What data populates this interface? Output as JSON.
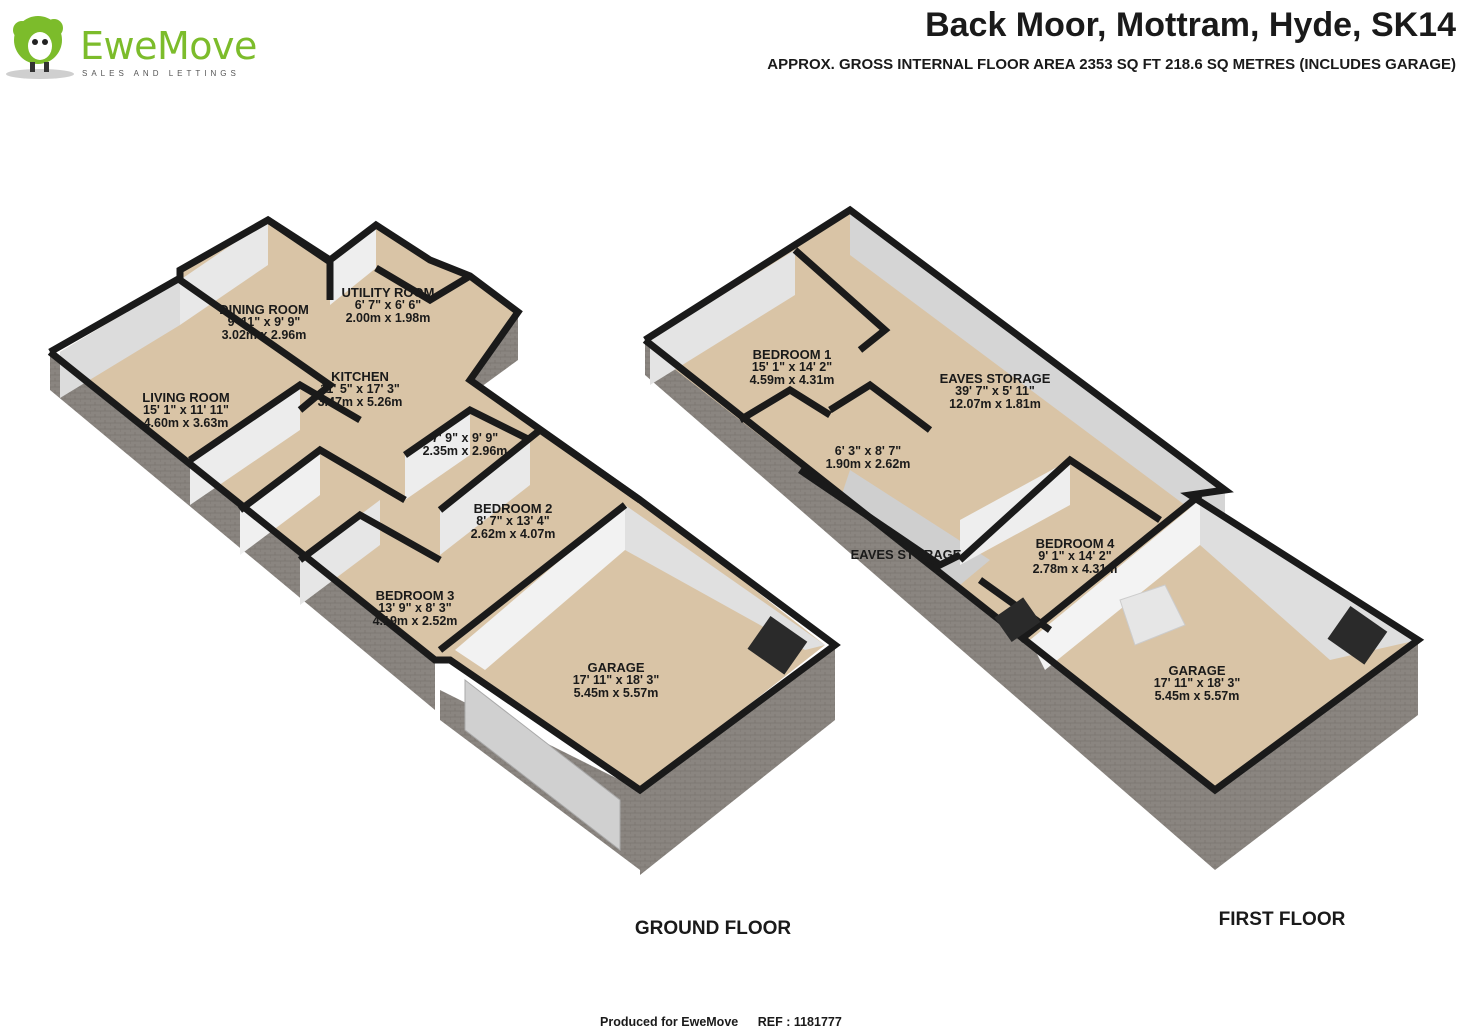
{
  "brand": {
    "name": "EweMove",
    "tagline": "SALES AND LETTINGS"
  },
  "header": {
    "title": "Back Moor, Mottram, Hyde, SK14",
    "subtitle": "APPROX. GROSS INTERNAL FLOOR AREA 2353 SQ FT 218.6 SQ METRES (INCLUDES GARAGE)"
  },
  "ground_floor": {
    "label": "GROUND FLOOR",
    "rooms": {
      "dining": {
        "name": "DINING ROOM",
        "imperial": "9' 11\" x 9' 9\"",
        "metric": "3.02m x 2.96m"
      },
      "utility": {
        "name": "UTILITY ROOM",
        "imperial": "6' 7\" x 6' 6\"",
        "metric": "2.00m x 1.98m"
      },
      "kitchen": {
        "name": "KITCHEN",
        "imperial": "11' 5\" x 17' 3\"",
        "metric": "3.47m x 5.26m"
      },
      "living": {
        "name": "LIVING ROOM",
        "imperial": "15' 1\" x 11' 11\"",
        "metric": "4.60m x 3.63m"
      },
      "bathroom": {
        "name": "",
        "imperial": "7' 9\" x 9' 9\"",
        "metric": "2.35m x 2.96m"
      },
      "bedroom2": {
        "name": "BEDROOM 2",
        "imperial": "8' 7\" x 13' 4\"",
        "metric": "2.62m x 4.07m"
      },
      "bedroom3": {
        "name": "BEDROOM 3",
        "imperial": "13' 9\" x 8' 3\"",
        "metric": "4.19m x 2.52m"
      },
      "garage": {
        "name": "GARAGE",
        "imperial": "17' 11\" x 18' 3\"",
        "metric": "5.45m x 5.57m"
      }
    }
  },
  "first_floor": {
    "label": "FIRST FLOOR",
    "rooms": {
      "bedroom1": {
        "name": "BEDROOM 1",
        "imperial": "15' 1\" x 14' 2\"",
        "metric": "4.59m x 4.31m"
      },
      "eaves1": {
        "name": "EAVES STORAGE",
        "imperial": "39' 7\" x 5' 11\"",
        "metric": "12.07m x 1.81m"
      },
      "shower": {
        "name": "",
        "imperial": "6' 3\" x 8' 7\"",
        "metric": "1.90m x 2.62m"
      },
      "eaves2": {
        "name": "EAVES STORAGE"
      },
      "bedroom4": {
        "name": "BEDROOM 4",
        "imperial": "9' 1\" x 14' 2\"",
        "metric": "2.78m x 4.31m"
      },
      "garage": {
        "name": "GARAGE",
        "imperial": "17' 11\" x 18' 3\"",
        "metric": "5.45m x 5.57m"
      }
    }
  },
  "footer": {
    "produced": "Produced for EweMove",
    "ref": "REF : 1181777"
  },
  "colors": {
    "floor": "#d9c4a6",
    "wall_top": "#1a1a1a",
    "wall_exterior": "#8a8580",
    "wall_interior": "#e6e6e6",
    "brand_green": "#7cbc2b"
  }
}
